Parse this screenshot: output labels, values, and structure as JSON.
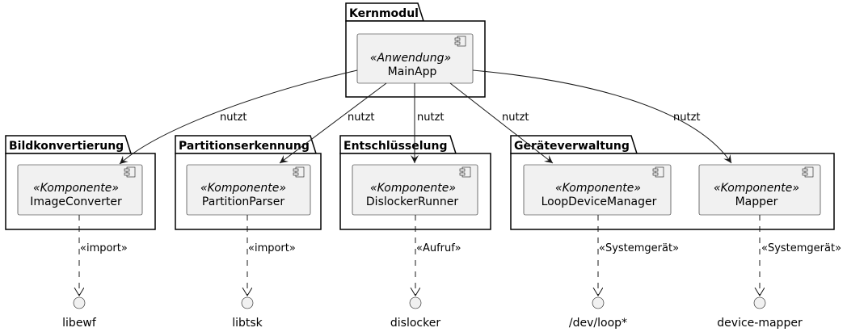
{
  "packages": {
    "kernmodul": "Kernmodul",
    "bildkonvertierung": "Bildkonvertierung",
    "partitionserkennung": "Partitionserkennung",
    "entschluesselung": "Entschlüsselung",
    "geraeteverwaltung": "Geräteverwaltung"
  },
  "components": {
    "mainapp": {
      "stereotype": "«Anwendung»",
      "name": "MainApp"
    },
    "imageconverter": {
      "stereotype": "«Komponente»",
      "name": "ImageConverter"
    },
    "partitionparser": {
      "stereotype": "«Komponente»",
      "name": "PartitionParser"
    },
    "dislockerrunner": {
      "stereotype": "«Komponente»",
      "name": "DislockerRunner"
    },
    "loopdevicemanager": {
      "stereotype": "«Komponente»",
      "name": "LoopDeviceManager"
    },
    "mapper": {
      "stereotype": "«Komponente»",
      "name": "Mapper"
    }
  },
  "edges": {
    "uses_label": "nutzt",
    "imageconverter_dep": "«import»",
    "partitionparser_dep": "«import»",
    "dislockerrunner_dep": "«Aufruf»",
    "loopdevicemanager_dep": "«Systemgerät»",
    "mapper_dep": "«Systemgerät»"
  },
  "interfaces": {
    "libewf": "libewf",
    "libtsk": "libtsk",
    "dislocker": "dislocker",
    "devloop": "/dev/loop*",
    "devicemapper": "device-mapper"
  }
}
